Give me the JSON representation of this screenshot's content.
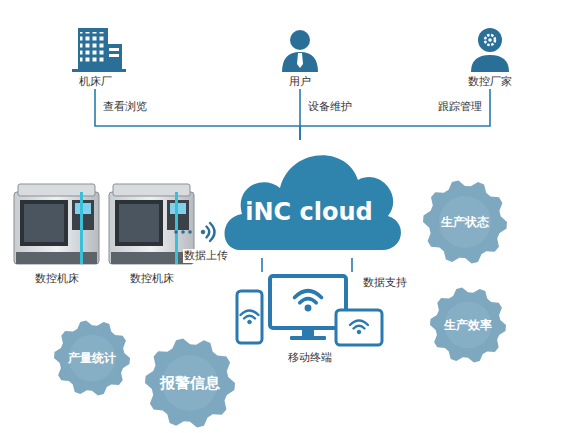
{
  "diagram": {
    "nodes": [
      {
        "text": [
          "机床厂"
        ]
      },
      {
        "text": [
          "用户"
        ]
      },
      {
        "text": [
          "数控厂家"
        ]
      },
      {
        "text": [
          "iNC cloud"
        ]
      },
      {
        "text": [
          "数控机床"
        ]
      },
      {
        "text": [
          "数控机床"
        ]
      },
      {
        "text": [
          "生产状态"
        ]
      },
      {
        "text": [
          "移动终端"
        ]
      },
      {
        "text": [
          "生产效率"
        ]
      },
      {
        "text": [
          "产量统计"
        ]
      },
      {
        "text": [
          "报警信息"
        ]
      }
    ],
    "edges": [
      {
        "from": 3,
        "to": 0,
        "label": "查看浏览",
        "arrow": "none"
      },
      {
        "from": 3,
        "to": 1,
        "label": "设备维护",
        "arrow": "none"
      },
      {
        "from": 3,
        "to": 2,
        "label": "跟踪管理",
        "arrow": "none"
      },
      {
        "from": 3,
        "to": 7,
        "label": "数据支持",
        "arrow": "none"
      }
    ],
    "labels": [
      "数据上传"
    ]
  }
}
